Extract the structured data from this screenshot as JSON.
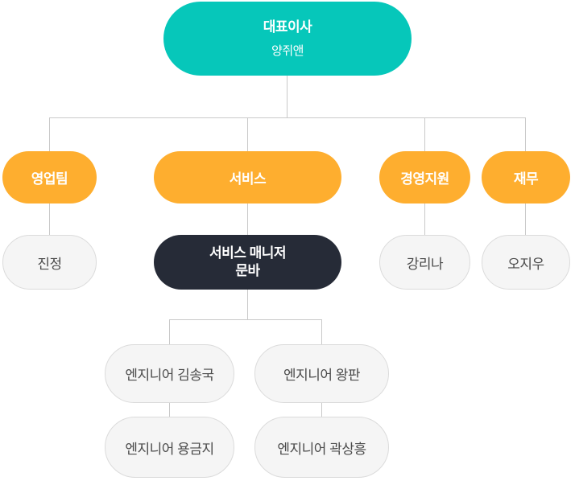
{
  "org": {
    "root": {
      "title": "대표이사",
      "name": "양쥐앤"
    },
    "level2": [
      {
        "label": "영업팀"
      },
      {
        "label": "서비스"
      },
      {
        "label": "경영지원"
      },
      {
        "label": "재무"
      }
    ],
    "level3": {
      "sales_member": "진정",
      "service_manager_title": "서비스 매니저",
      "service_manager_name": "문바",
      "support_member": "강리나",
      "finance_member": "오지우"
    },
    "level4": [
      "엔지니어 김송국",
      "엔지니어 왕판"
    ],
    "level5": [
      "엔지니어 용금지",
      "엔지니어 곽상흥"
    ]
  },
  "colors": {
    "ceo_teal": "#06C7BA",
    "department_orange": "#FEAE2F",
    "manager_dark": "#262B37",
    "member_fill": "#F5F5F5",
    "member_border": "#DBDBDB",
    "member_text": "#4A4A4A",
    "connector_line": "#C9C9C9",
    "background": "#FFFFFF"
  }
}
